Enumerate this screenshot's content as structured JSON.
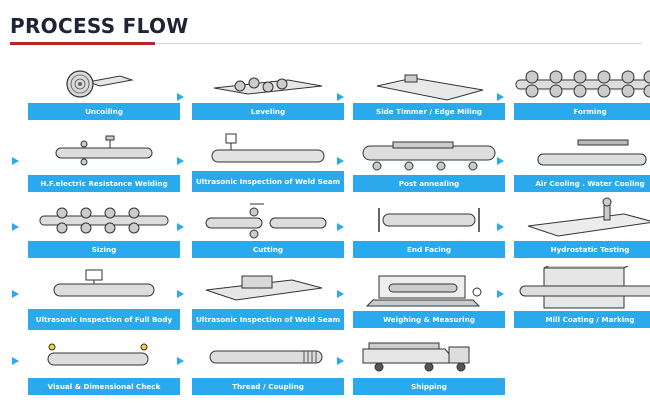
{
  "page": {
    "title": "PROCESS FLOW"
  },
  "steps": [
    {
      "id": "uncoiling",
      "label": "Uncoiling"
    },
    {
      "id": "leveling",
      "label": "Leveling"
    },
    {
      "id": "side-trimmer",
      "label": "Side Timmer / Edge Miling"
    },
    {
      "id": "forming",
      "label": "Forming"
    },
    {
      "id": "hf-welding",
      "label": "H.F.electric Resistance Welding"
    },
    {
      "id": "ut-weld-seam",
      "label": "Ultrasonic Inspection of Weld Seam"
    },
    {
      "id": "post-annealing",
      "label": "Post annealing"
    },
    {
      "id": "air-cooling",
      "label": "Air Cooling . Water Cooling"
    },
    {
      "id": "sizing",
      "label": "Sizing"
    },
    {
      "id": "cutting",
      "label": "Cutting"
    },
    {
      "id": "end-facing",
      "label": "End Facing"
    },
    {
      "id": "hydrostatic",
      "label": "Hydrostatic Testing"
    },
    {
      "id": "ut-full-body",
      "label": "Ultrasonic Inspection of Full Body"
    },
    {
      "id": "ut-weld-seam-2",
      "label": "Ultrasonic Inspection of Weld Seam"
    },
    {
      "id": "weighing",
      "label": "Weighing & Measuring"
    },
    {
      "id": "mill-coating",
      "label": "Mill Coating / Marking"
    },
    {
      "id": "visual-check",
      "label": "Visual & Dimensional Check"
    },
    {
      "id": "thread-coupling",
      "label": "Thread / Coupling"
    },
    {
      "id": "shipping",
      "label": "Shipping"
    }
  ]
}
